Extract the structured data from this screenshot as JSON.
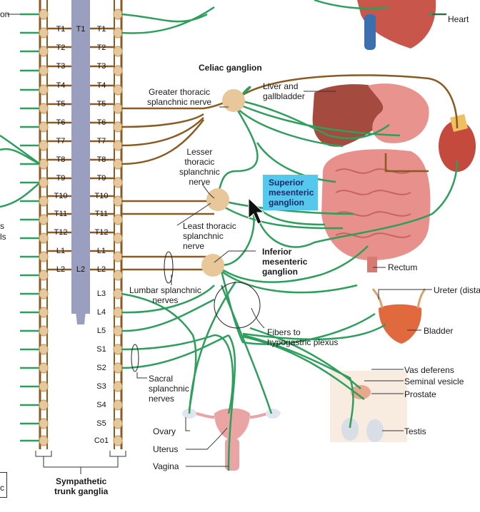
{
  "labels": {
    "partial_top_left": "on",
    "heart": "Heart",
    "celiac_ganglion": "Celiac ganglion",
    "liver_gallbladder": "Liver and\ngallbladder",
    "greater_thoracic": "Greater thoracic\nsplanchnic nerve",
    "lesser_thoracic": "Lesser\nthoracic\nsplanchnic\nnerve",
    "superior_mesenteric": "Superior\nmesenteric\nganglion",
    "least_thoracic": "Least thoracic\nsplanchnic\nnerve",
    "inferior_mesenteric": "Inferior\nmesenteric\nganglion",
    "rectum": "Rectum",
    "ureter": "Ureter (dista",
    "lumbar_splanchnic": "Lumbar splanchnic\nnerves",
    "fibers_hypogastric": "Fibers to\nhypogastric plexus",
    "bladder": "Bladder",
    "sacral_splanchnic": "Sacral\nsplanchnic\nnerves",
    "vas_deferens": "Vas deferens",
    "seminal_vesicle": "Seminal vesicle",
    "prostate": "Prostate",
    "testis": "Testis",
    "ovary": "Ovary",
    "uterus": "Uterus",
    "vagina": "Vagina",
    "sympathetic_trunk": "Sympathetic\ntrunk ganglia",
    "partial_left_1": "s",
    "partial_left_2": "ls",
    "partial_bottom_left": "c"
  },
  "segments_left": [
    "T1",
    "T2",
    "T3",
    "T4",
    "T5",
    "T6",
    "T7",
    "T8",
    "T9",
    "T10",
    "T11",
    "T12",
    "L1",
    "L2"
  ],
  "segments_right": [
    "T1",
    "T2",
    "T3",
    "T4",
    "T5",
    "T6",
    "T7",
    "T8",
    "T9",
    "T10",
    "T11",
    "T12",
    "L1",
    "L2",
    "L3",
    "L4",
    "L5",
    "S1",
    "S2",
    "S3",
    "S4",
    "S5",
    "Co1"
  ],
  "cord_labels": [
    "T1",
    "L2"
  ],
  "colors": {
    "nerve_green": "#2e9e5c",
    "preganglionic_brown": "#8a5a22",
    "ganglion_tan": "#e8c89a",
    "spinal_cord": "#9a9fbf",
    "highlight": "#55c8ee",
    "organ_red": "#c8564a",
    "intestine_pink": "#e7908c"
  }
}
